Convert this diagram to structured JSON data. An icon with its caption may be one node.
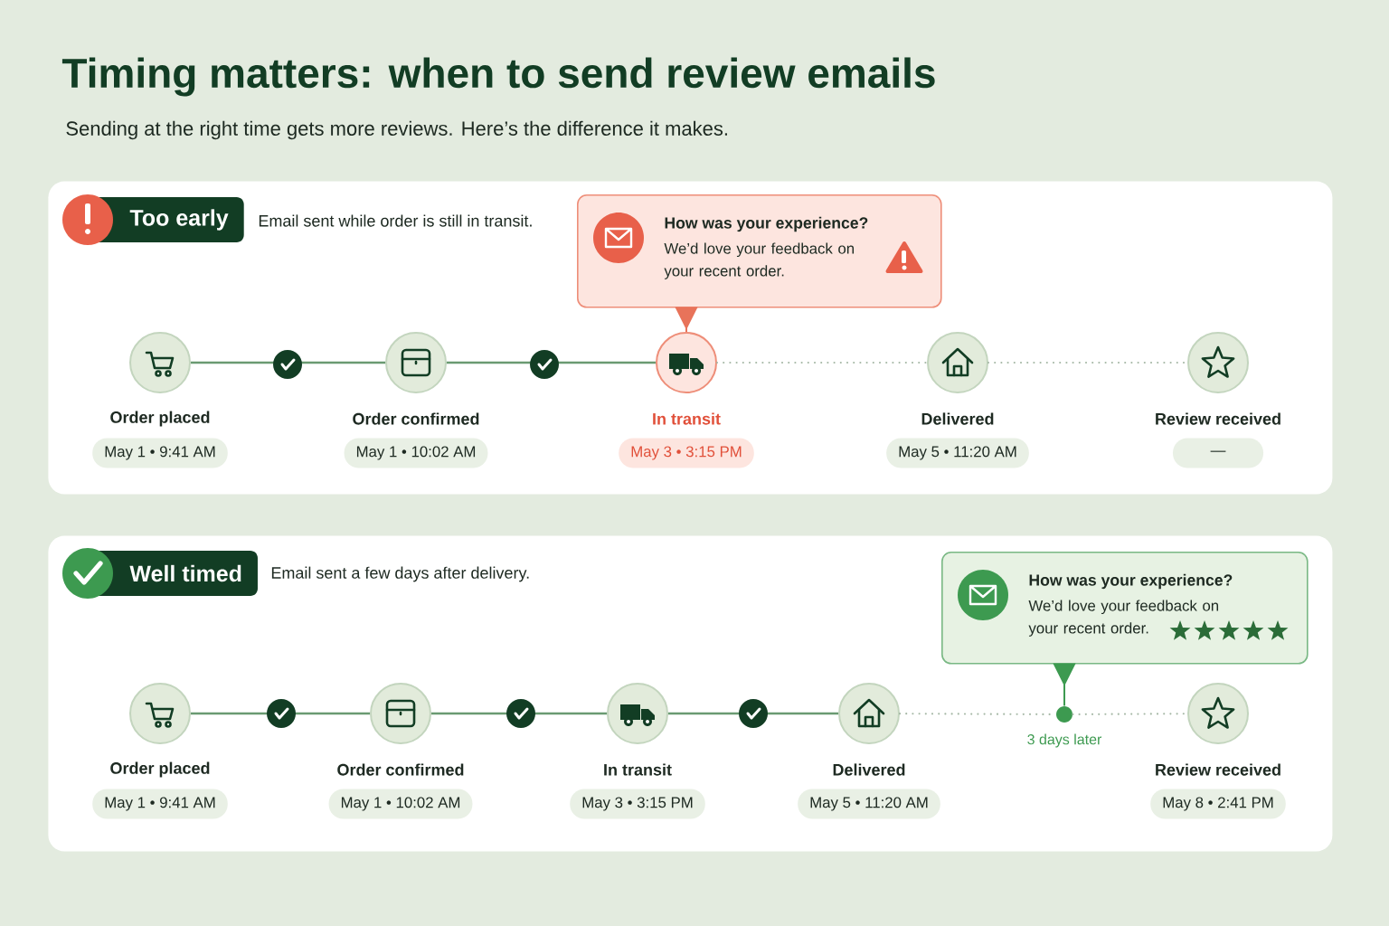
{
  "diagram": {
    "title": "Timing matters: when to send review emails",
    "nodes": [
      {
        "text": [
          "Email sent while order is still in transit."
        ]
      },
      {
        "text": [
          "Too early"
        ],
        "in": 0
      },
      {
        "text": [
          "How was your experience?",
          "We’d love your feedback on your recent order."
        ],
        "in": 0
      },
      {
        "text": [
          "Order placed",
          "May 1 • 9:41 AM"
        ],
        "in": 0
      },
      {
        "text": [
          "Order confirmed",
          "May 1 • 10:02 AM"
        ],
        "in": 0
      },
      {
        "text": [
          "In transit",
          "May 3 • 3:15 PM"
        ],
        "in": 0
      },
      {
        "text": [
          "Delivered",
          "May 5 • 11:20 AM"
        ],
        "in": 0
      },
      {
        "text": [
          "Review received",
          "—"
        ],
        "in": 0
      },
      {
        "text": [
          "Email sent a few days after delivery."
        ]
      },
      {
        "text": [
          "Well timed"
        ],
        "in": 8
      },
      {
        "text": [
          "How was your experience?",
          "We’d love your feedback on your recent order."
        ],
        "in": 8
      },
      {
        "text": [
          "Order placed",
          "May 1 • 9:41 AM"
        ],
        "in": 8
      },
      {
        "text": [
          "Order confirmed",
          "May 1 • 10:02 AM"
        ],
        "in": 8
      },
      {
        "text": [
          "In transit",
          "May 3 • 3:15 PM"
        ],
        "in": 8
      },
      {
        "text": [
          "Delivered",
          "May 5 • 11:20 AM"
        ],
        "in": 8
      },
      {
        "text": [
          "Review received",
          "May 8 • 2:41 PM"
        ],
        "in": 8
      },
      {
        "text": [],
        "shape": "circle",
        "beside": [
          "3 days later"
        ],
        "in": 8
      }
    ],
    "edges": [
      {
        "from": 3,
        "to": 4,
        "arrow": "none"
      },
      {
        "from": 4,
        "to": 5,
        "arrow": "none"
      },
      {
        "from": 5,
        "to": 6,
        "arrow": "none",
        "style": "dashed"
      },
      {
        "from": 6,
        "to": 7,
        "arrow": "none",
        "style": "dashed"
      },
      {
        "from": 2,
        "to": 5,
        "arrow": "to",
        "color": "#e8735a"
      },
      {
        "from": 11,
        "to": 12,
        "arrow": "none"
      },
      {
        "from": 12,
        "to": 13,
        "arrow": "none"
      },
      {
        "from": 13,
        "to": 14,
        "arrow": "none"
      },
      {
        "from": 14,
        "to": 16,
        "arrow": "none",
        "style": "dashed"
      },
      {
        "from": 16,
        "to": 15,
        "arrow": "none",
        "style": "dashed"
      },
      {
        "from": 10,
        "to": 16,
        "arrow": "to",
        "color": "#3d9a50"
      }
    ],
    "labels": [
      "Sending at the right time gets more reviews. Here’s the difference it makes."
    ]
  }
}
